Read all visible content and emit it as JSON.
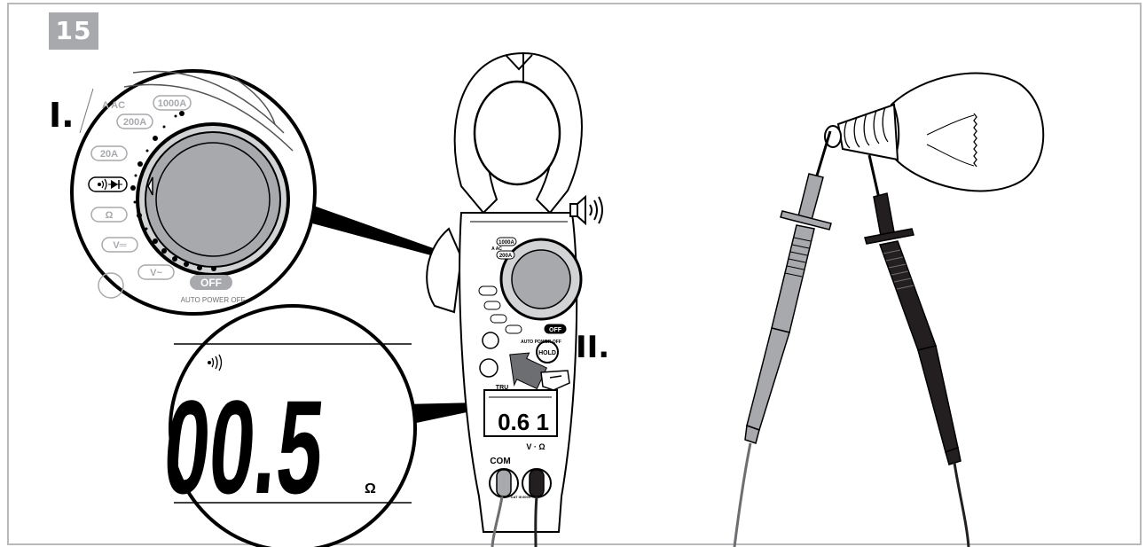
{
  "figure": {
    "step_number": "15",
    "step_I": "I.",
    "step_II": "II."
  },
  "dial_zoom": {
    "labels": [
      "A AC",
      "1000A",
      "200A",
      "20A",
      "Ω",
      "V═",
      "V~",
      "OFF",
      "AUTO POWER OFF"
    ],
    "range_aac": "A AC",
    "range_1000a": "1000A",
    "range_200a": "200A",
    "range_20a": "20A",
    "range_ohm": "Ω",
    "range_vdc": "V═",
    "range_vac": "V~",
    "off": "OFF",
    "auto_power_off": "AUTO POWER OFF",
    "selected_mode": "continuity / diode"
  },
  "display_zoom": {
    "reading": "00.5",
    "unit": "Ω",
    "indicator": "continuity"
  },
  "meter": {
    "com_label": "COM",
    "v_ohm_label": "V · Ω",
    "hold_label": "HOLD",
    "off_label": "OFF",
    "range_1000a": "1000A",
    "range_200a": "200A",
    "aac_label": "A AC",
    "auto_power_off": "AUTO POWER OFF",
    "small_display": "0.6 1",
    "brand_fragment": "TRU",
    "cat_label": "CAT III 600V"
  },
  "colors": {
    "lcd_grey": "#a7a9ac",
    "outline": "#000000",
    "probe_red": "#a7a9ac",
    "probe_black": "#231f20"
  }
}
